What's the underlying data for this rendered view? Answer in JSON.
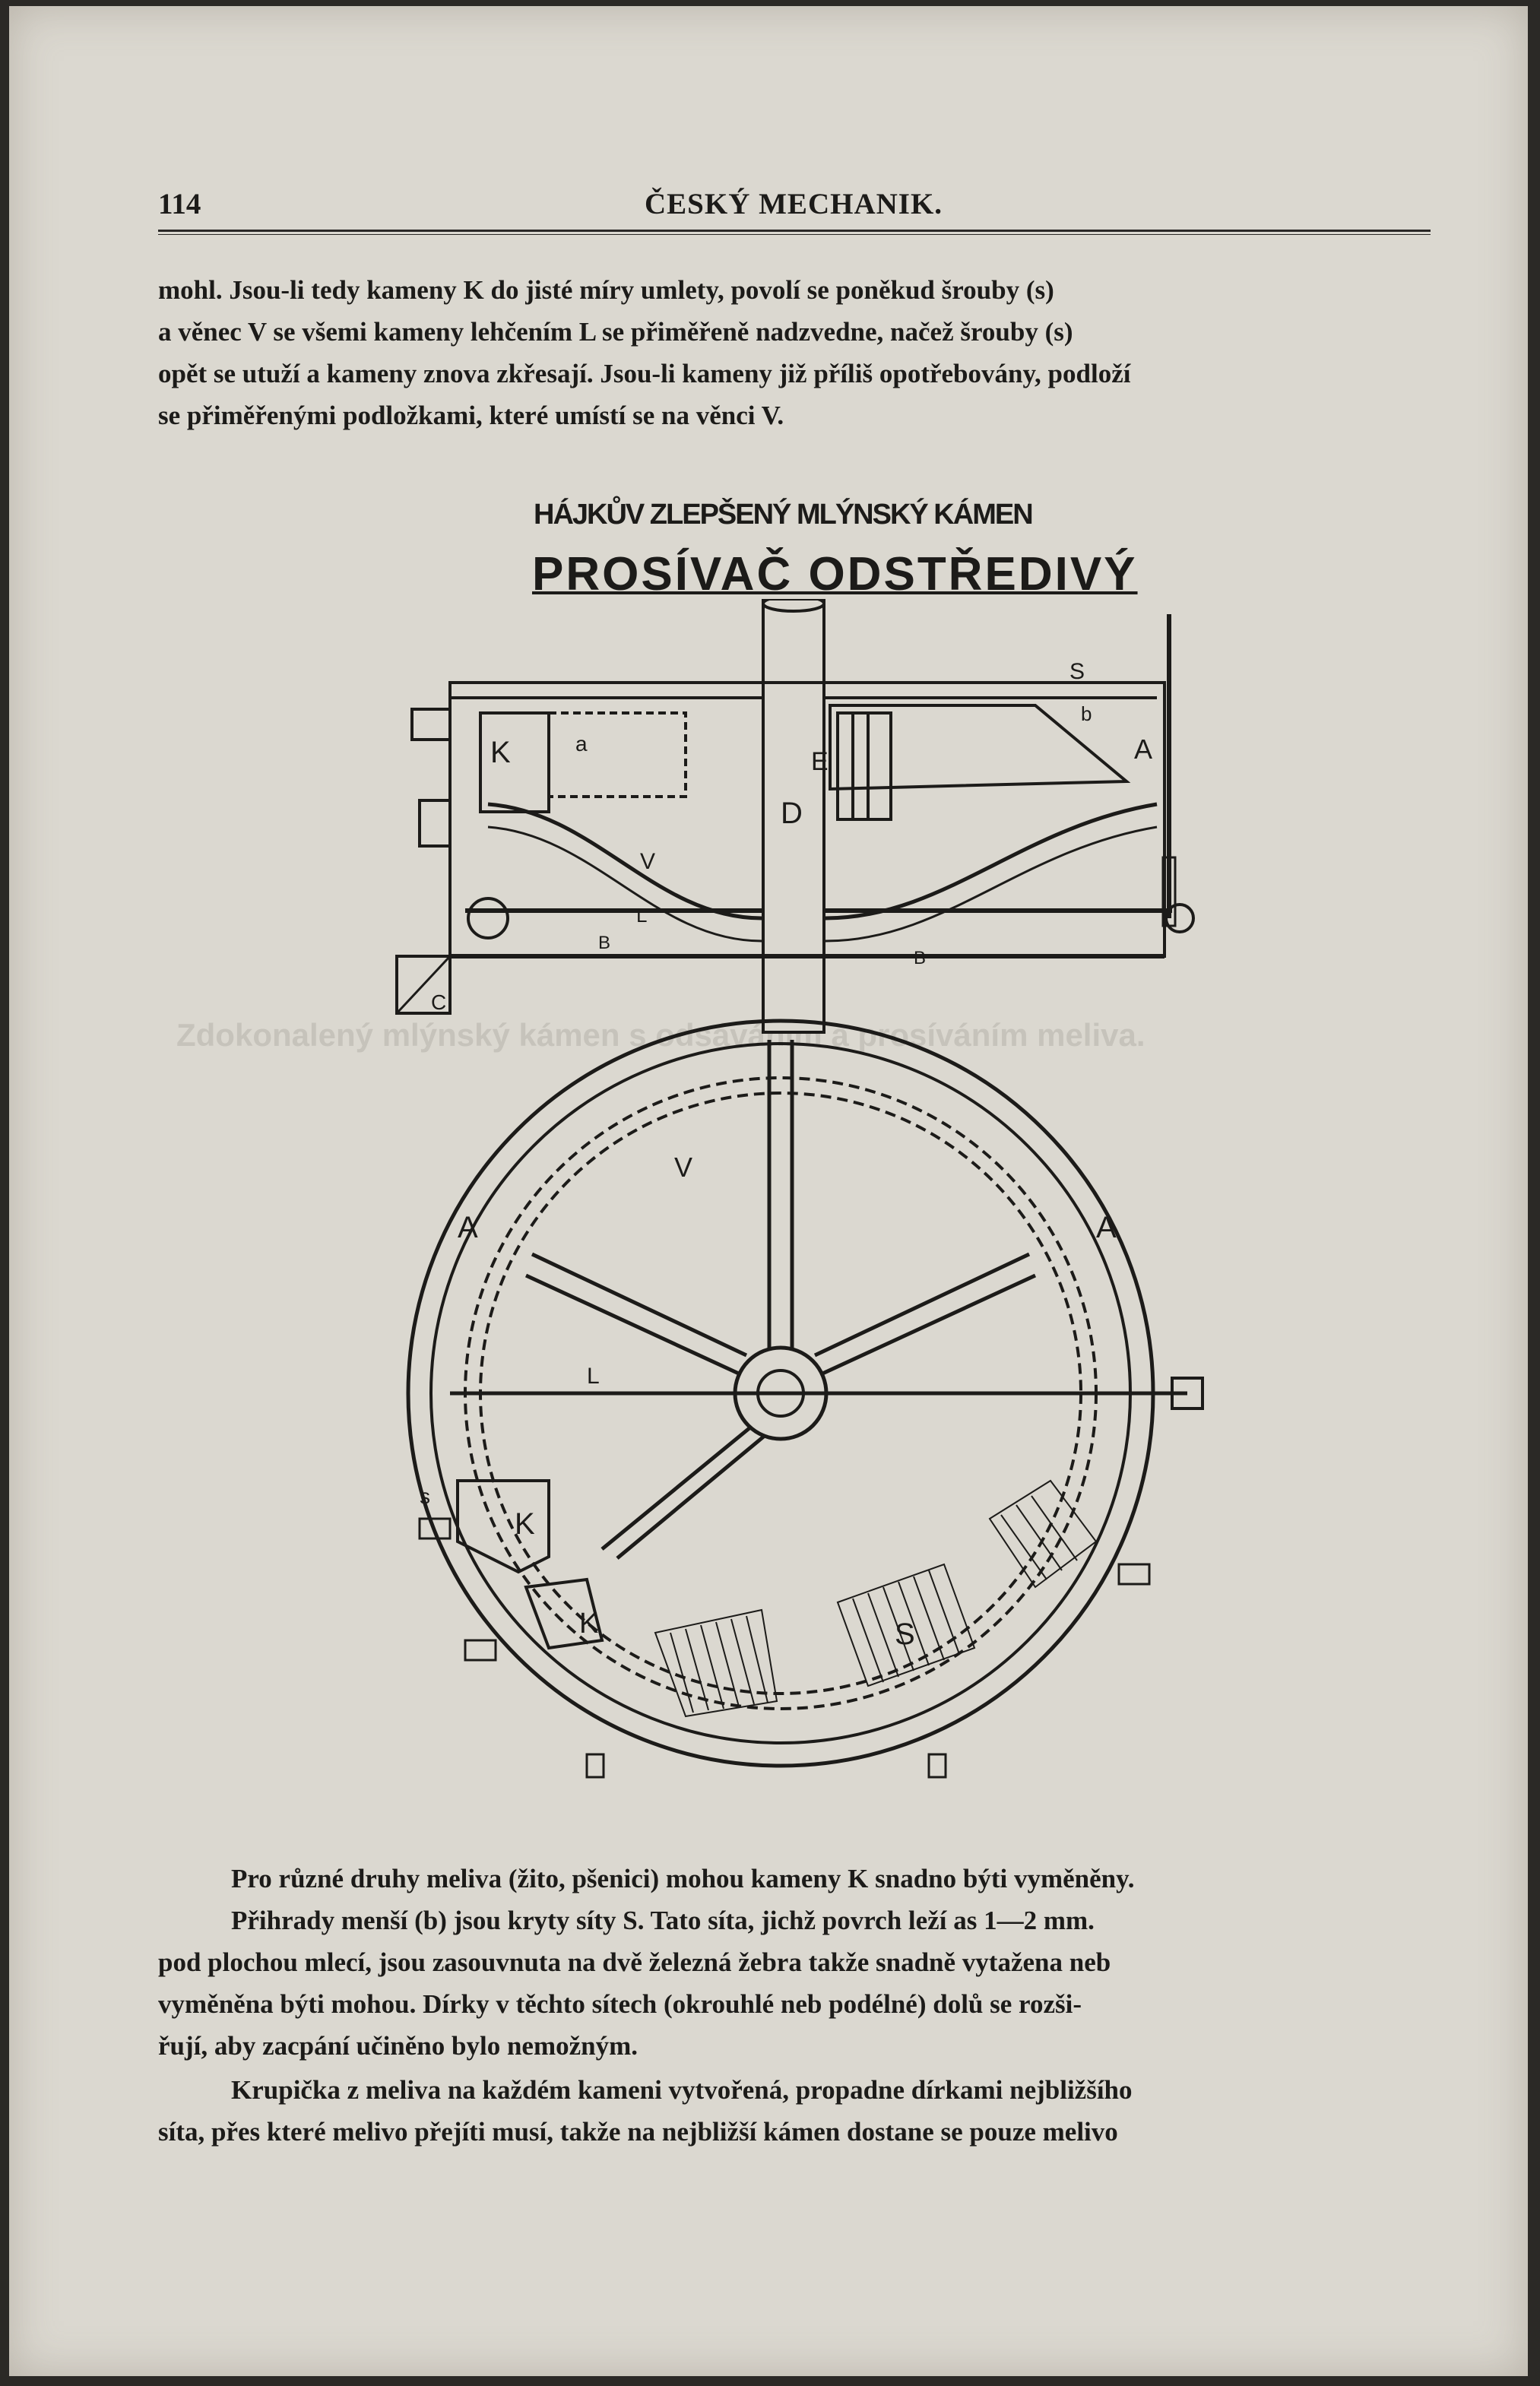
{
  "header": {
    "page_number": "114",
    "journal_title": "ČESKÝ MECHANIK."
  },
  "body": {
    "paragraph_1": [
      "mohl. Jsou-li tedy kameny K do jisté míry umlety, povolí se poněkud šrouby (s)",
      "a věnec V se všemi kameny lehčením L se přiměřeně nadzvedne, načež šrouby (s)",
      "opět se utuží a kameny znova zkřesají. Jsou-li kameny již příliš opotřebovány, podloží",
      "se přiměřenými podložkami, které umístí se na věnci V."
    ],
    "paragraph_2": [
      "Pro různé druhy meliva (žito, pšenici) mohou kameny K snadno býti vyměněny.",
      "Přihrady menší (b) jsou kryty síty S. Tato síta, jichž povrch leží as 1—2 mm.",
      "pod plochou mlecí, jsou zasouvnuta na dvě železná žebra takže snadně vytažena neb",
      "vyměněna býti mohou. Dírky v těchto sítech (okrouhlé neb podélné) dolů se rozši-",
      "řují, aby zacpání učiněno bylo nemožným."
    ],
    "paragraph_3": [
      "Krupička z meliva na každém kameni vytvořená, propadne dírkami nejbližšího",
      "síta, přes které melivo přejíti musí, takže na nejbližší kámen dostane se pouze melivo"
    ]
  },
  "figure": {
    "caption_line_1": "HÁJKŮV ZLEPŠENÝ MLÝNSKÝ KÁMEN",
    "caption_line_2": "PROSÍVAČ ODSTŘEDIVÝ",
    "labels": {
      "K": "K",
      "a": "a",
      "E": "E",
      "D": "D",
      "V": "V",
      "L": "L",
      "B": "B",
      "C": "C",
      "A": "A",
      "S": "S",
      "b": "b",
      "s": "s"
    }
  },
  "colors": {
    "paper": "#dbd8d0",
    "ink": "#1c1b19",
    "scanner_border": "#2b2926"
  },
  "bleed_through": [
    "Zdokonalený mlýnský kámen s odsáváním a prosíváním meliva."
  ]
}
